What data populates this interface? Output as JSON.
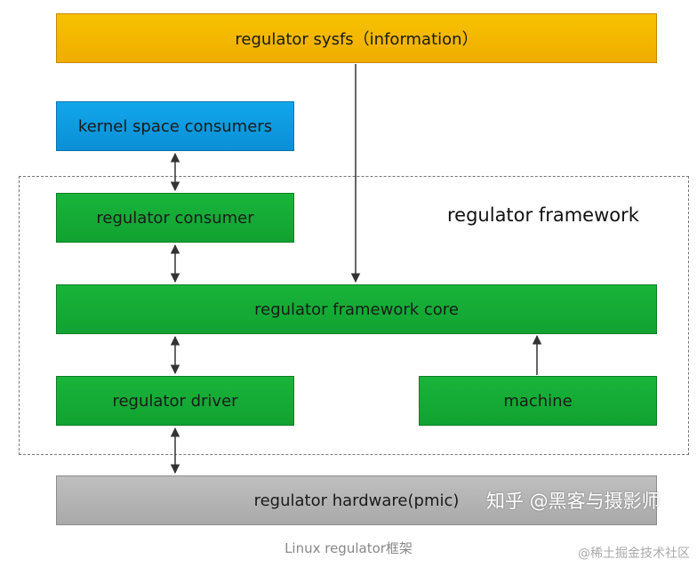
{
  "diagram": {
    "sysfs": "regulator sysfs（information）",
    "kernel_consumers": "kernel space consumers",
    "framework_label": "regulator framework",
    "consumer": "regulator consumer",
    "core": "regulator framework core",
    "driver": "regulator driver",
    "machine": "machine",
    "hardware": "regulator hardware(pmic)"
  },
  "watermark": "知乎 @黑客与摄影师",
  "caption": "Linux regulator框架",
  "corner_watermark": "@稀土掘金技术社区",
  "colors": {
    "sysfs": "#f5b800",
    "kernel": "#0f9de0",
    "green": "#14ab35",
    "hardware": "#b3b3b3",
    "dashed_border": "#777777"
  }
}
